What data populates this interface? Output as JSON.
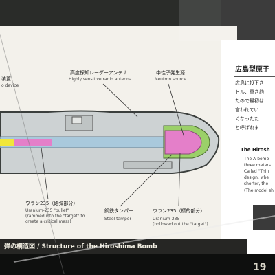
{
  "diagram": {
    "label_left_en": "o device",
    "label_left_jp": "装置",
    "antenna_jp": "高度探知レーダーアンテナ",
    "antenna_en": "Highly sensitive radio antenna",
    "neutron_jp": "中性子発生源",
    "neutron_en": "Neutron source",
    "bullet_jp": "ウラン235（砲弾部分）",
    "bullet_en_1": "Uranium-235 \"bullet\"",
    "bullet_en_2": "(rammed into the \"target\" to",
    "bullet_en_3": "create a critical mass)",
    "tamper_jp": "鋼鉄タンパー",
    "tamper_en": "Steel tamper",
    "target_jp": "ウラン235（標的部分）",
    "target_en_1": "Uranium-235",
    "target_en_2": "(hollowed out the \"target\")"
  },
  "caption": {
    "text": "弾の構造図 / Structure of the Hiroshima Bomb"
  },
  "right_panel": {
    "heading": "広島型原子",
    "lines": [
      "広島に投下さ",
      "トル、重さ約",
      "たので最初は",
      "言われてい",
      "くなったた",
      "と呼ばれま"
    ],
    "en_heading": "The Hirosh",
    "en_lines": [
      "The A-bomb",
      "three meters",
      "Called \"Thin",
      "design, whe",
      "shorter, the",
      "(The model sh"
    ]
  },
  "page_number": "19",
  "colors": {
    "bomb_body": "#cdd2d3",
    "bomb_outline": "#3b3f3d",
    "barrel": "#a9c9dc",
    "uranium_pink": "#e47fc9",
    "tamper_green": "#9bd069",
    "yellow": "#f0e63a"
  }
}
